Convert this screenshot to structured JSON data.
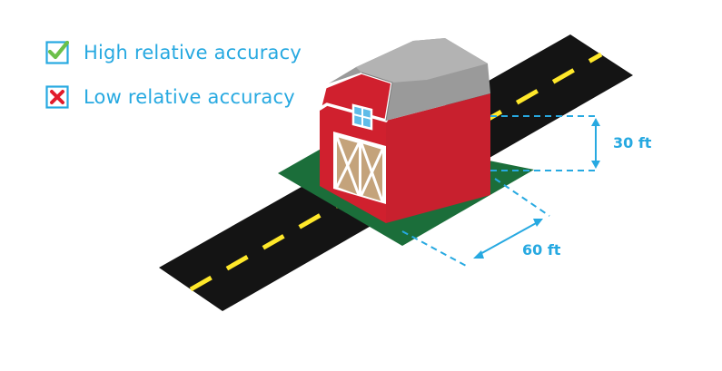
{
  "legend": {
    "items": [
      {
        "label": "High relative accuracy",
        "icon": "checkmark-icon",
        "color": "#6cc04a"
      },
      {
        "label": "Low relative accuracy",
        "icon": "x-mark-icon",
        "color": "#e21b2b"
      }
    ]
  },
  "measurements": {
    "height": "30 ft",
    "width": "60 ft"
  },
  "colors": {
    "accent": "#27a9e1",
    "road": "#141414",
    "road_line": "#ffe82a",
    "grass": "#1b6e3a",
    "barn_red": "#d0202e",
    "roof_gray": "#9b9b9b",
    "door_tan": "#c4a37b"
  }
}
